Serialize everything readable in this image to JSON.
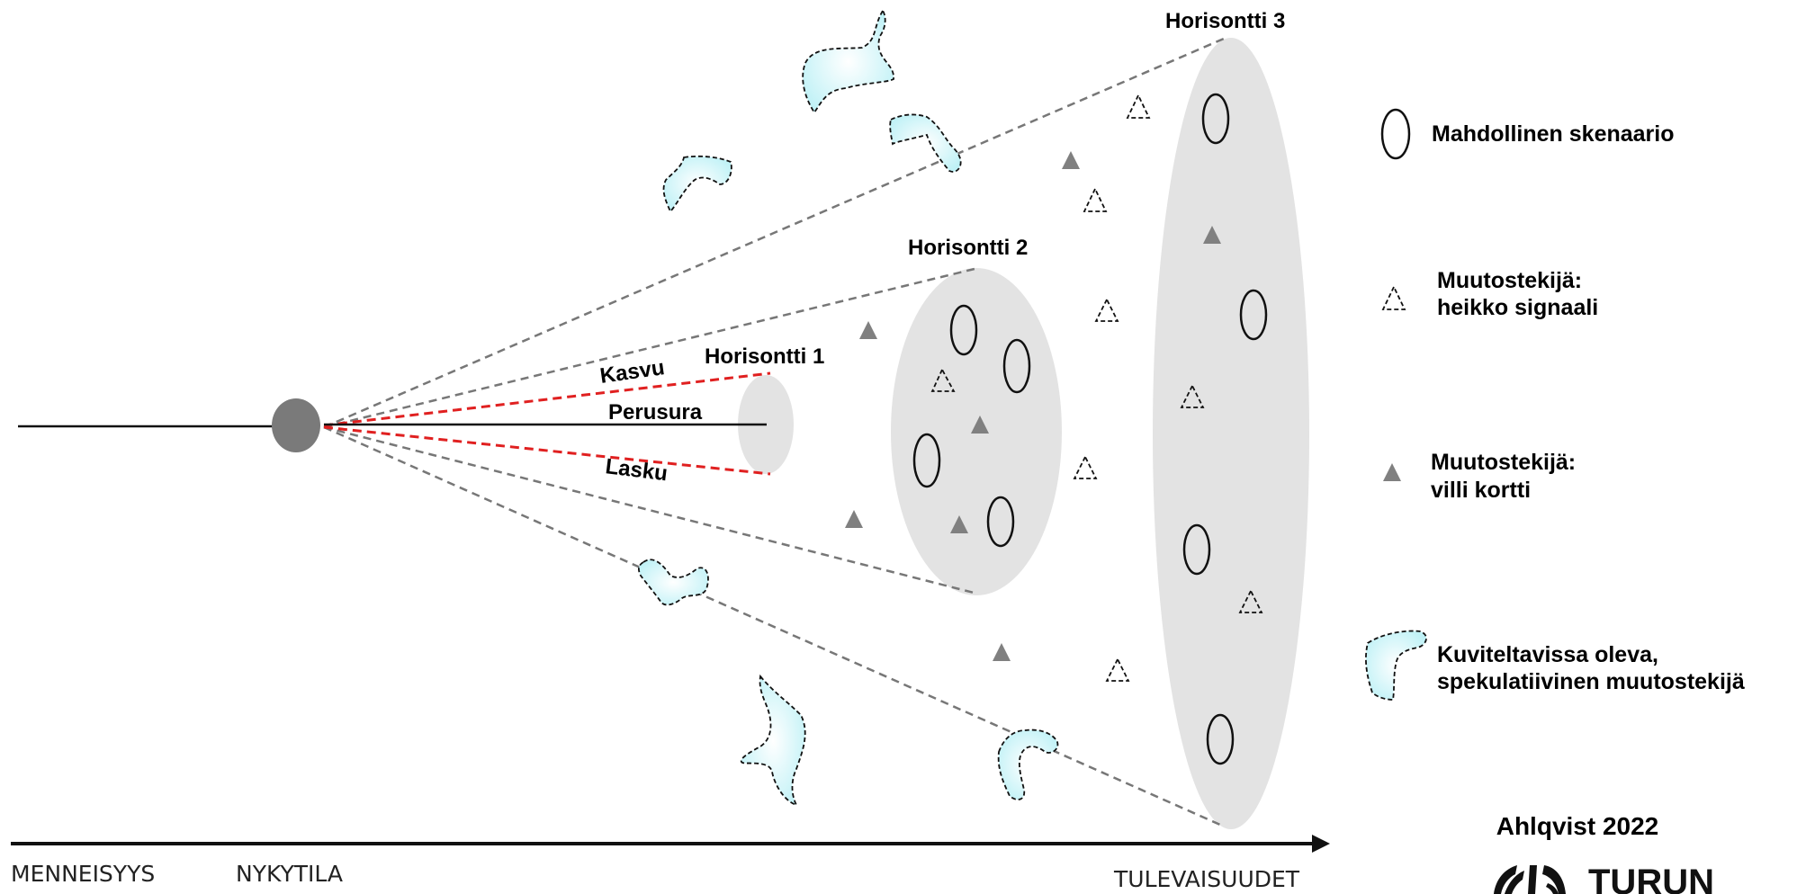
{
  "horizons": {
    "h1": "Horisontti 1",
    "h2": "Horisontti 2",
    "h3": "Horisontti 3"
  },
  "paths": {
    "growth": "Kasvu",
    "baseline": "Perusura",
    "decline": "Lasku"
  },
  "legend": {
    "scenario": "Mahdollinen skenaario",
    "weak_signal_1": "Muutostekijä:",
    "weak_signal_2": "heikko signaali",
    "wild_card_1": "Muutostekijä:",
    "wild_card_2": "villi kortti",
    "speculative_1": "Kuviteltavissa oleva,",
    "speculative_2": "spekulatiivinen muutostekijä"
  },
  "timeline": {
    "past": "MENNEISYYS",
    "present": "NYKYTILA",
    "futures": "TULEVAISUUDET"
  },
  "credit": {
    "author": "Ahlqvist 2022",
    "logo_text": "TURUN"
  },
  "colors": {
    "horizon_fill": "#e3e3e3",
    "wild_card": "#808080",
    "paths_red": "#e02020",
    "speculative_fill": "#c8f4f8"
  }
}
